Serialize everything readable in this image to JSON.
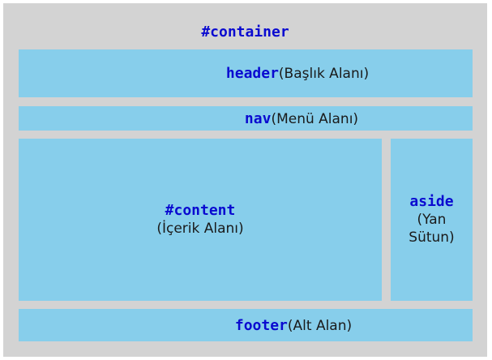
{
  "container": {
    "label": "#container"
  },
  "header": {
    "tag": "header",
    "desc": "(Başlık Alanı)"
  },
  "nav": {
    "tag": "nav",
    "desc": "(Menü Alanı)"
  },
  "content": {
    "tag": "#content",
    "desc": "(İçerik Alanı)"
  },
  "aside": {
    "tag": "aside",
    "desc_line1": "(Yan",
    "desc_line2": "Sütun)"
  },
  "footer": {
    "tag": "footer",
    "desc": "(Alt Alan)"
  },
  "colors": {
    "container_bg": "#d3d3d3",
    "box_bg": "#87ceeb",
    "tag_text": "#0a0ad0",
    "desc_text": "#1a1a1a"
  }
}
